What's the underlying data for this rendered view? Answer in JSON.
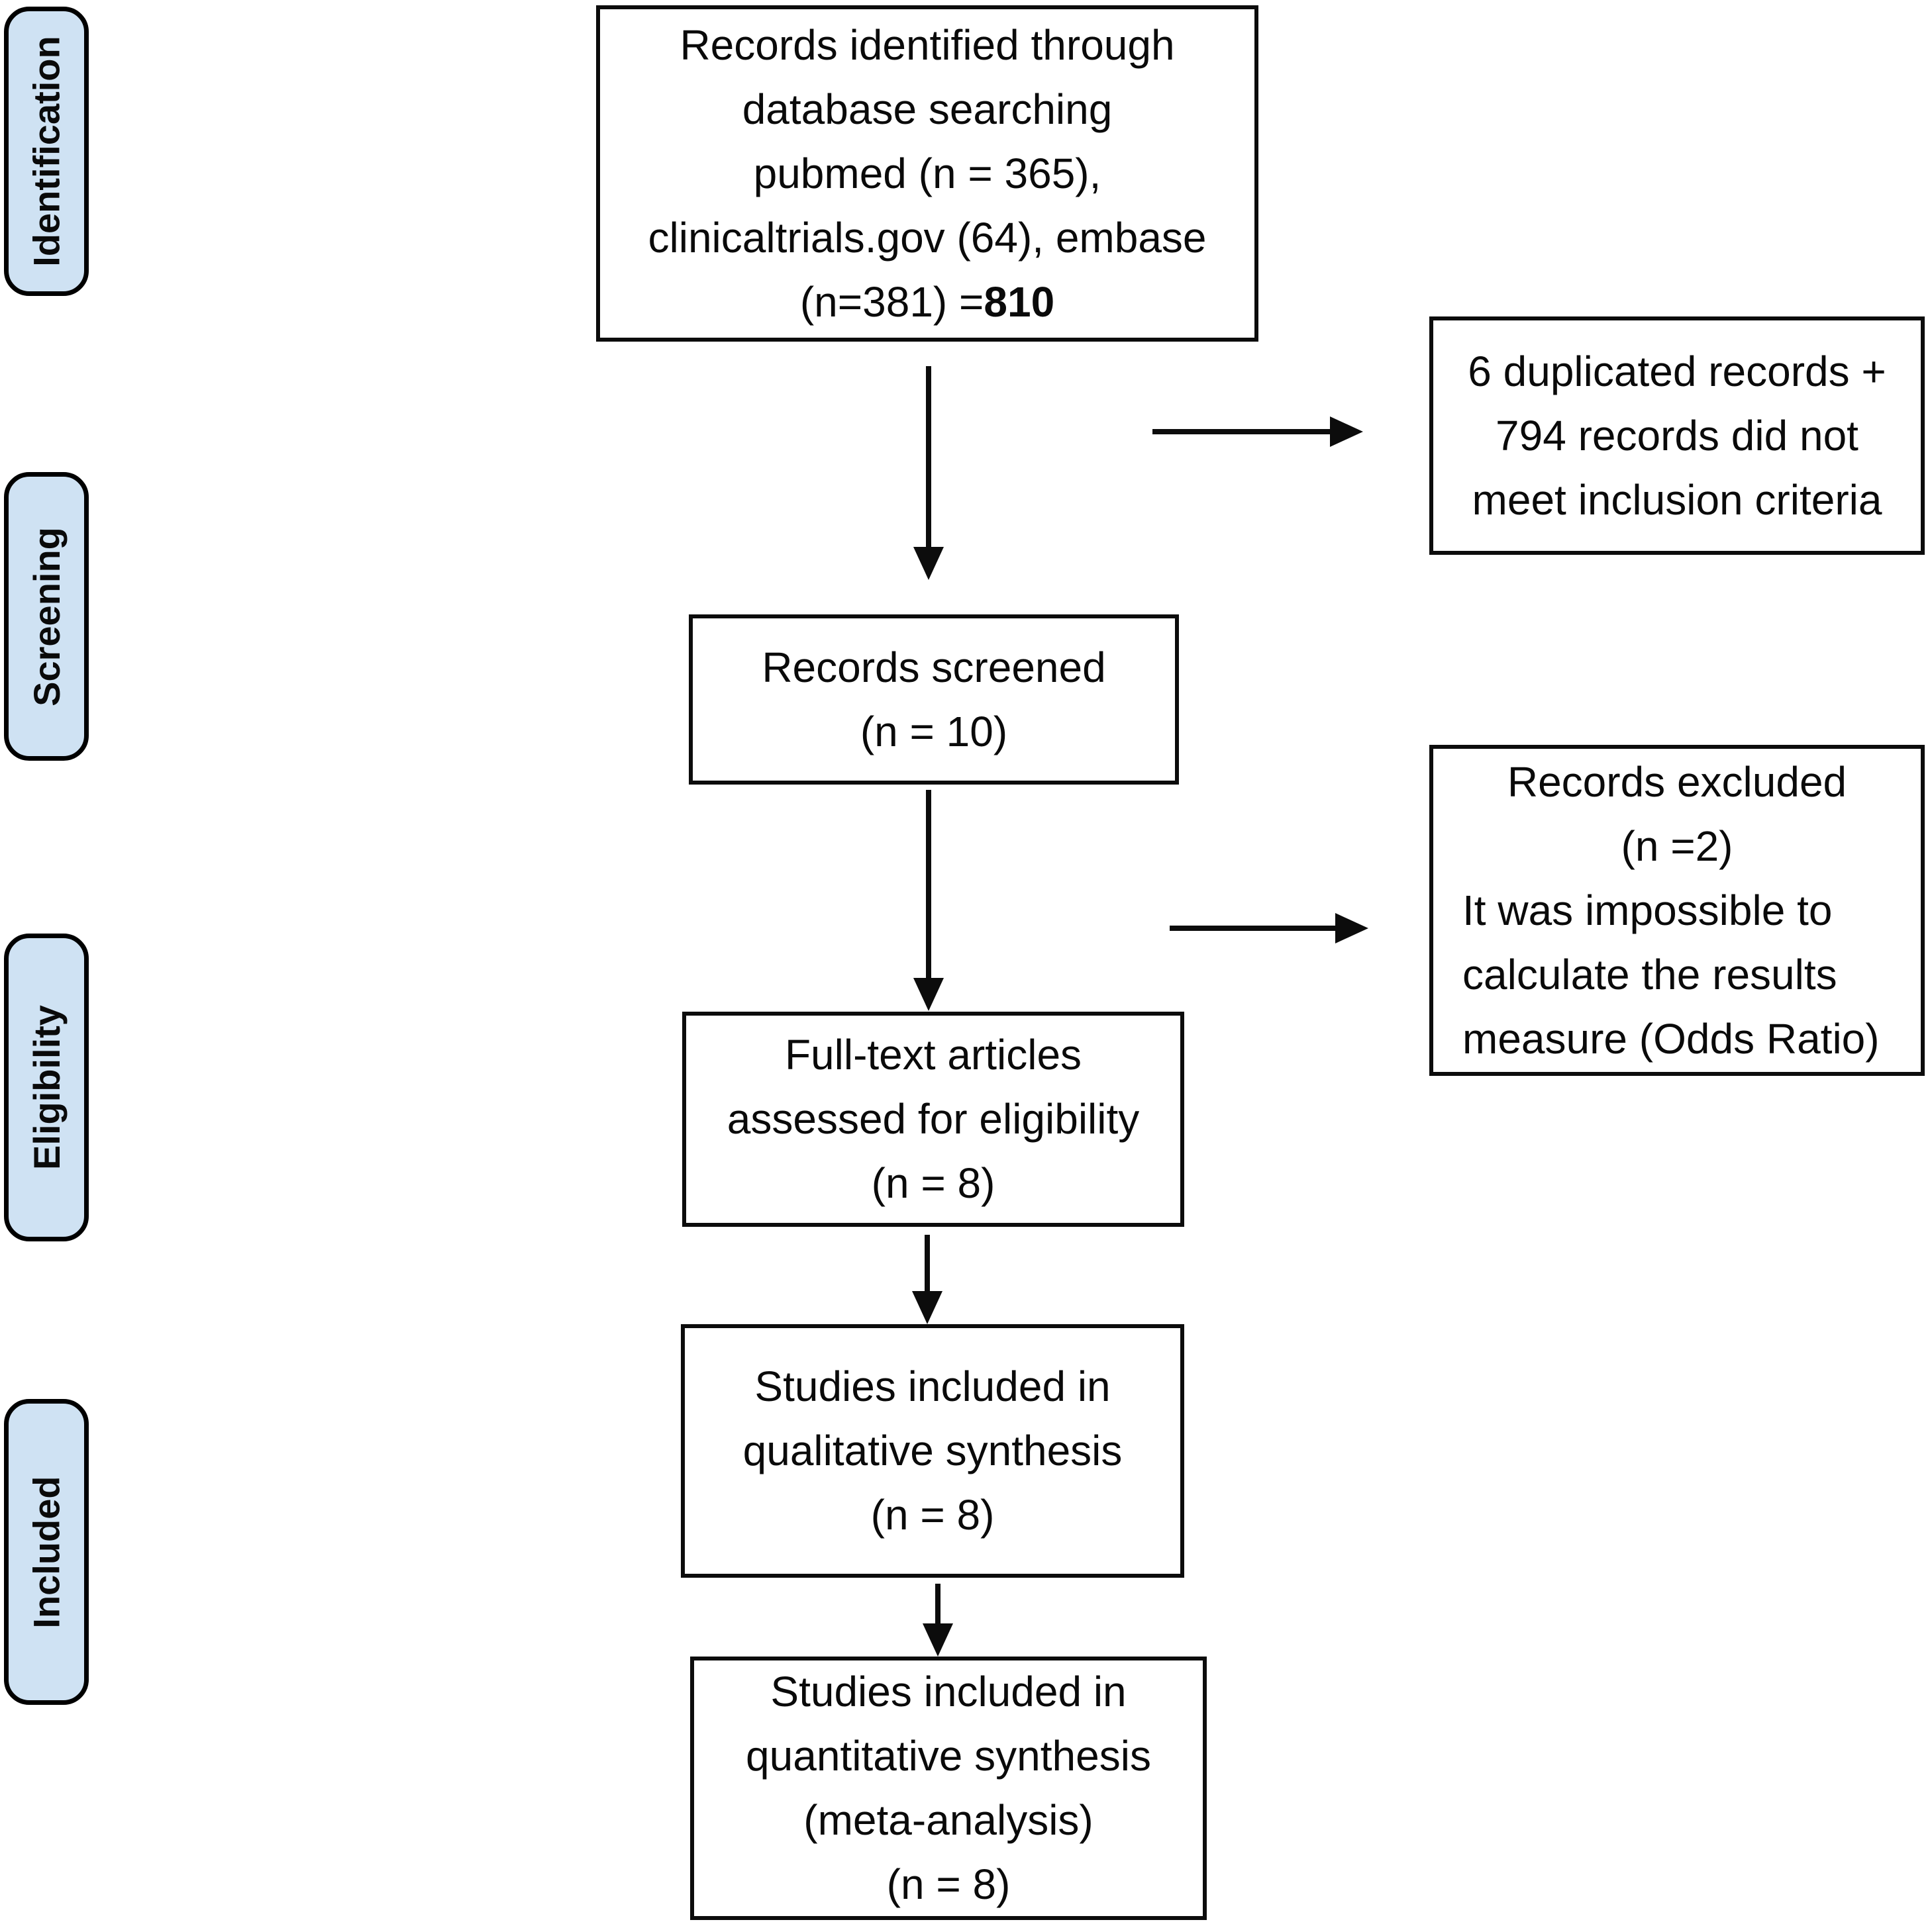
{
  "colors": {
    "stage_fill": "#cfe2f3",
    "line_color": "#0c0c0c",
    "box_background": "#ffffff"
  },
  "stages": {
    "identification": "Identification",
    "screening": "Screening",
    "eligibility": "Eligibility",
    "included": "Included"
  },
  "flow": {
    "records_identified": {
      "line1": "Records identified through",
      "line2": "database searching",
      "line3": "pubmed (n = 365),",
      "line4": "clinicaltrials.gov (64), embase",
      "line5_text": "(n=381) =",
      "line5_bold": "810"
    },
    "records_screened": {
      "line1": "Records screened",
      "line2": "(n = 10)"
    },
    "full_text": {
      "line1": "Full-text articles",
      "line2": "assessed for eligibility",
      "line3": "(n = 8)"
    },
    "qualitative": {
      "line1": "Studies included in",
      "line2": "qualitative synthesis",
      "line3": "(n = 8)"
    },
    "quantitative": {
      "line1": "Studies included in",
      "line2": "quantitative synthesis",
      "line3": "(meta-analysis)",
      "line4": "(n = 8)"
    }
  },
  "exclusions": {
    "duplicates": {
      "line1": "6 duplicated records +",
      "line2": "794 records did not",
      "line3": "meet inclusion criteria"
    },
    "excluded": {
      "line1": "Records excluded",
      "line2": "(n =2)",
      "line3": "It was impossible to",
      "line4": "calculate the results",
      "line5": "measure (Odds Ratio)"
    }
  }
}
